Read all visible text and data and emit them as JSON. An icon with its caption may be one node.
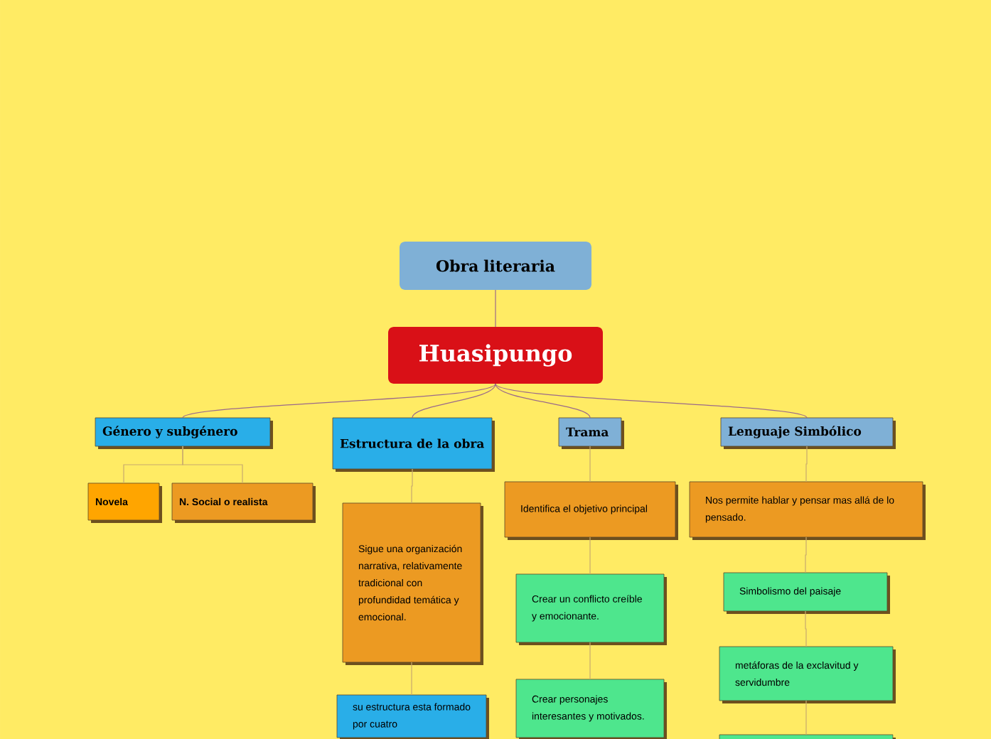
{
  "diagram": {
    "nodes": [
      {
        "text": [
          "Obra literaria"
        ]
      },
      {
        "text": [
          "Huasipungo"
        ]
      },
      {
        "text": [
          "Género y subgénero"
        ]
      },
      {
        "text": [
          "Estructura de la obra"
        ]
      },
      {
        "text": [
          "Trama"
        ]
      },
      {
        "text": [
          "Lenguaje Simbólico"
        ]
      },
      {
        "text": [
          "Novela"
        ]
      },
      {
        "text": [
          "N. Social o realista"
        ]
      },
      {
        "text": [
          "Sigue una organización narrativa, relativamente tradicional con profundidad temática y emocional."
        ]
      },
      {
        "text": [
          "su estructura esta formado por cuatro"
        ]
      },
      {
        "text": [
          "Identifica el objetivo principal"
        ]
      },
      {
        "text": [
          "Crear un conflicto creíble y emocionante."
        ]
      },
      {
        "text": [
          "Crear personajes interesantes y motivados."
        ]
      },
      {
        "text": [
          "Nos permite hablar y pensar mas allá de lo pensado."
        ]
      },
      {
        "text": [
          "Simbolismo del paisaje"
        ]
      },
      {
        "text": [
          "metáforas de la exclavitud y servidumbre"
        ]
      },
      {
        "text": [],
        "shape": "box"
      }
    ],
    "edges": [
      {
        "from": 0,
        "to": 1,
        "arrow": "none",
        "color": "#9b6a8a"
      },
      {
        "from": 1,
        "to": 2,
        "arrow": "none",
        "color": "#9b6a8a"
      },
      {
        "from": 1,
        "to": 3,
        "arrow": "none",
        "color": "#9b6a8a"
      },
      {
        "from": 1,
        "to": 4,
        "arrow": "none",
        "color": "#9b6a8a"
      },
      {
        "from": 1,
        "to": 5,
        "arrow": "none",
        "color": "#9b6a8a"
      },
      {
        "from": 2,
        "to": 6,
        "arrow": "none"
      },
      {
        "from": 2,
        "to": 7,
        "arrow": "none"
      },
      {
        "from": 3,
        "to": 8,
        "arrow": "none"
      },
      {
        "from": 8,
        "to": 9,
        "arrow": "none"
      },
      {
        "from": 4,
        "to": 10,
        "arrow": "none"
      },
      {
        "from": 10,
        "to": 11,
        "arrow": "none"
      },
      {
        "from": 11,
        "to": 12,
        "arrow": "none"
      },
      {
        "from": 5,
        "to": 13,
        "arrow": "none"
      },
      {
        "from": 13,
        "to": 14,
        "arrow": "none"
      },
      {
        "from": 14,
        "to": 15,
        "arrow": "none"
      },
      {
        "from": 15,
        "to": 16,
        "arrow": "none"
      }
    ]
  }
}
